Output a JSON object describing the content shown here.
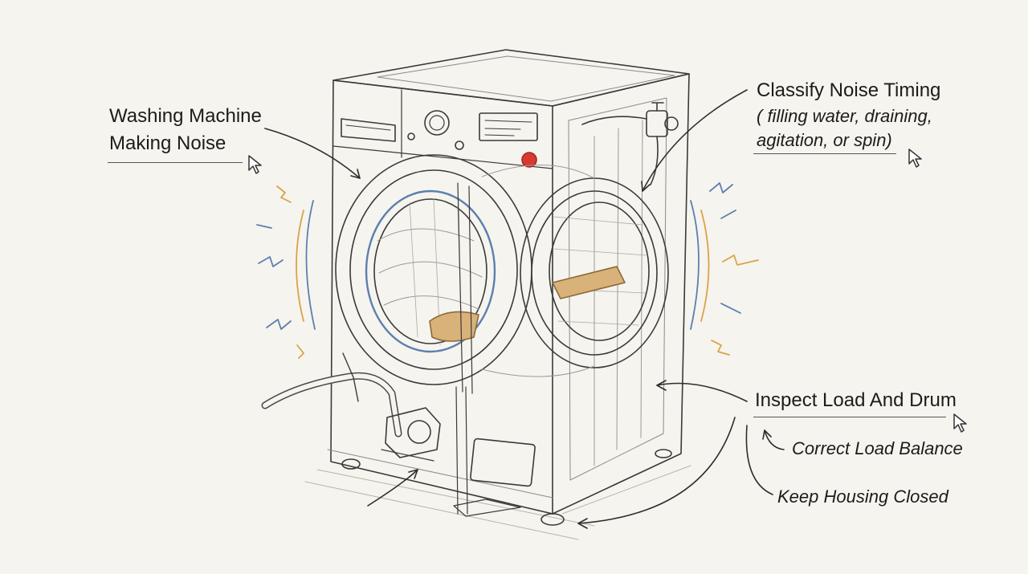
{
  "labels": {
    "noise_title_line1": "Washing Machine",
    "noise_title_line2": "Making Noise",
    "timing_title": "Classify Noise Timing",
    "timing_detail_line1": "( filling water, draining,",
    "timing_detail_line2": "agitation, or spin)",
    "inspect_title": "Inspect Load And Drum",
    "balance_note": "Correct Load Balance",
    "housing_note": "Keep Housing Closed"
  },
  "colors": {
    "ink": "#3a3a3a",
    "background": "#f6f4ee",
    "vibration_blue": "#5b7fb0",
    "vibration_amber": "#d9a34a",
    "item_tan": "#d9b27a",
    "warning_red": "#d93a2f"
  },
  "icons": [
    "cursor-arrow-icon"
  ]
}
